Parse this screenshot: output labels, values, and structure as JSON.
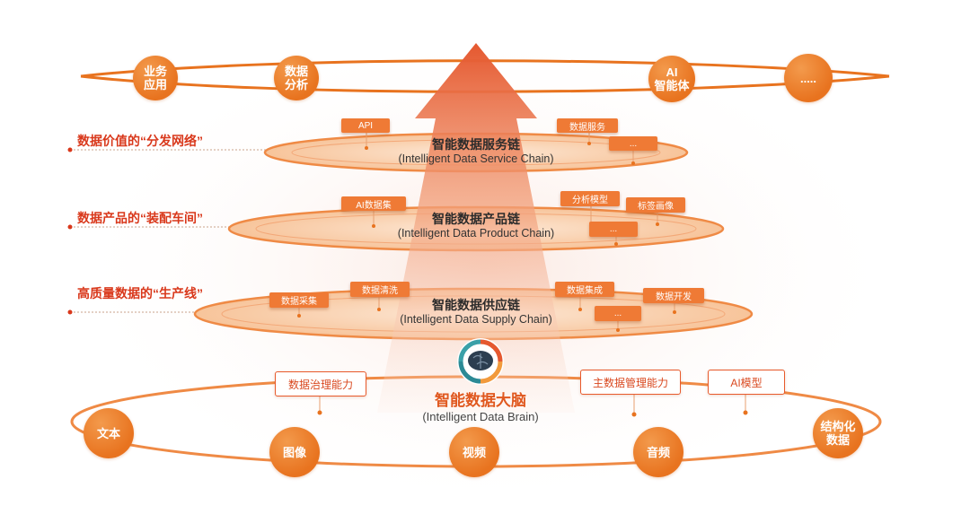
{
  "top_nodes": [
    "业务\n应用",
    "数据\n分析",
    "AI\n智能体",
    "....."
  ],
  "chains": [
    {
      "side_label": "数据价值的“分发网络”",
      "title_zh": "智能数据服务链",
      "title_en": "(Intelligent Data Service Chain)",
      "tags": [
        "API",
        "数据服务",
        "..."
      ]
    },
    {
      "side_label": "数据产品的“装配车间”",
      "title_zh": "智能数据产品链",
      "title_en": "(Intelligent Data Product Chain)",
      "tags": [
        "AI数据集",
        "分析模型",
        "标签画像",
        "..."
      ]
    },
    {
      "side_label": "高质量数据的“生产线”",
      "title_zh": "智能数据供应链",
      "title_en": "(Intelligent Data Supply Chain)",
      "tags": [
        "数据采集",
        "数据清洗",
        "数据集成",
        "数据开发",
        "..."
      ]
    }
  ],
  "brain": {
    "title_zh": "智能数据大脑",
    "title_en": "(Intelligent Data Brain)",
    "capabilities": [
      "数据治理能力",
      "主数据管理能力",
      "AI模型"
    ]
  },
  "bottom_nodes": [
    "文本",
    "图像",
    "视频",
    "音频",
    "结构化\n数据"
  ],
  "colors": {
    "accent": "#e8731f",
    "label_red": "#d9381b",
    "arrow_top": "#e5582f"
  }
}
